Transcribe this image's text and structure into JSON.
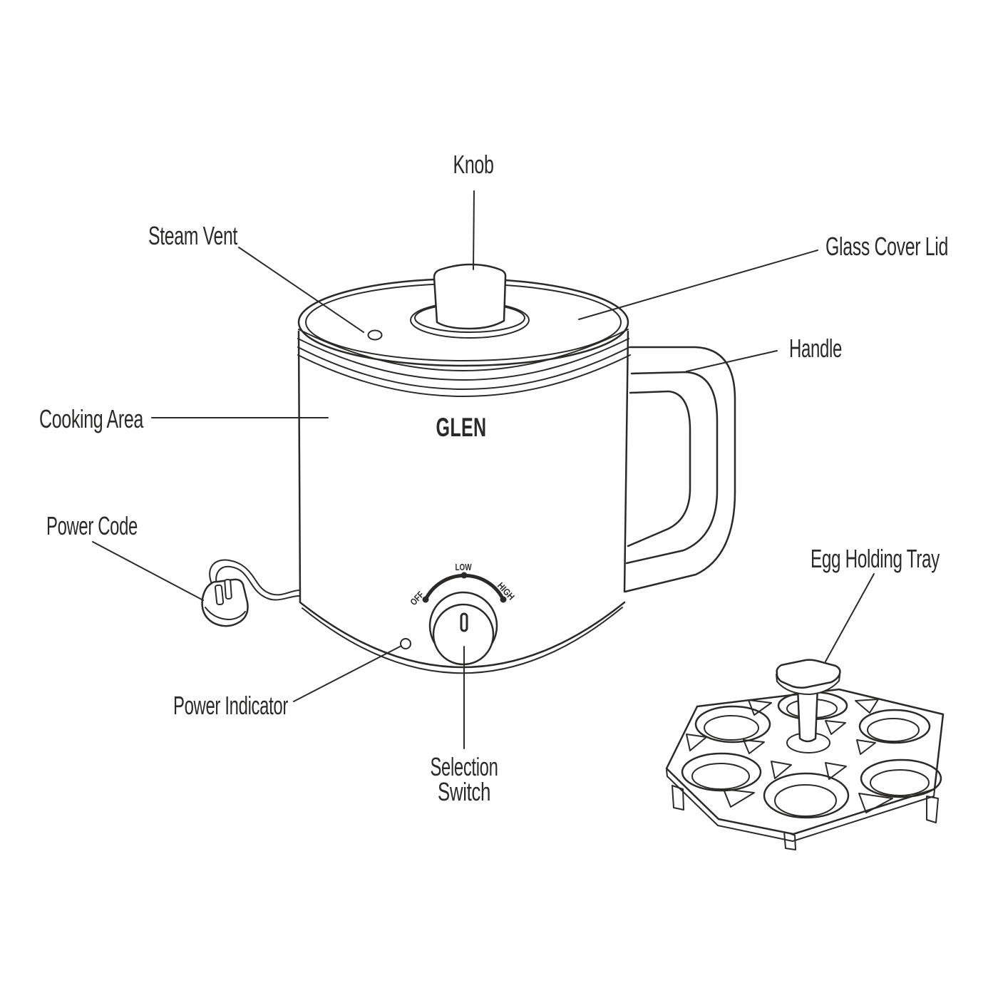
{
  "diagram": {
    "brand": "GLEN",
    "labels": {
      "knob": "Knob",
      "steam_vent": "Steam Vent",
      "glass_cover_lid": "Glass Cover Lid",
      "handle": "Handle",
      "cooking_area": "Cooking Area",
      "power_code": "Power Code",
      "power_indicator": "Power Indicator",
      "selection_switch_line1": "Selection",
      "selection_switch_line2": "Switch",
      "egg_holding_tray": "Egg Holding Tray"
    },
    "dial": {
      "off": "OFF",
      "low": "LOW",
      "high": "HIGH"
    },
    "colors": {
      "line": "#2b2a29",
      "background": "#ffffff"
    }
  }
}
